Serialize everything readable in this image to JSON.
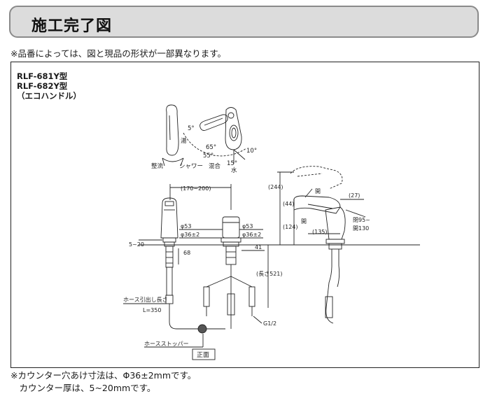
{
  "title": "施工完了図",
  "note_top": "※品番によっては、図と現品の形状が一部異なります。",
  "models": [
    "RLF-681Y型",
    "RLF-682Y型",
    "（エコハンドル）"
  ],
  "handle_view": {
    "angle_5": "5°",
    "label_hot": "湯",
    "angle_65": "65°",
    "angle_55": "55°",
    "angle_10": "10°",
    "angle_15": "15°",
    "label_water": "水",
    "label_mix": "混合",
    "label_flow": "整流",
    "label_shower": "シャワー"
  },
  "front_view": {
    "spacing": "(170~200)",
    "dia53_left": "φ53",
    "dia36_left": "φ36±2",
    "dia53_right": "φ53",
    "dia36_right": "φ36±2",
    "counter": "5~20",
    "dim_68": "68",
    "dim_41": "41",
    "length": "(長さ521)",
    "hose_pull_1": "ホース引出し長さ",
    "hose_pull_2": "L=350",
    "thread": "G1/2",
    "stopper": "ホースストッパー",
    "view_label": "正面"
  },
  "side_view": {
    "dim_244": "(244)",
    "open_label": "開",
    "dim_27": "(27)",
    "dim_44": "(44)",
    "open_label2": "開",
    "dim_124": "(124)",
    "dim_135": "(135)",
    "open_range_1": "閉95~",
    "open_range_2": "開130"
  },
  "note_bottom": [
    "※カウンター穴あけ寸法は、Φ36±2mmです。",
    "　カウンター厚は、5~20mmです。"
  ]
}
